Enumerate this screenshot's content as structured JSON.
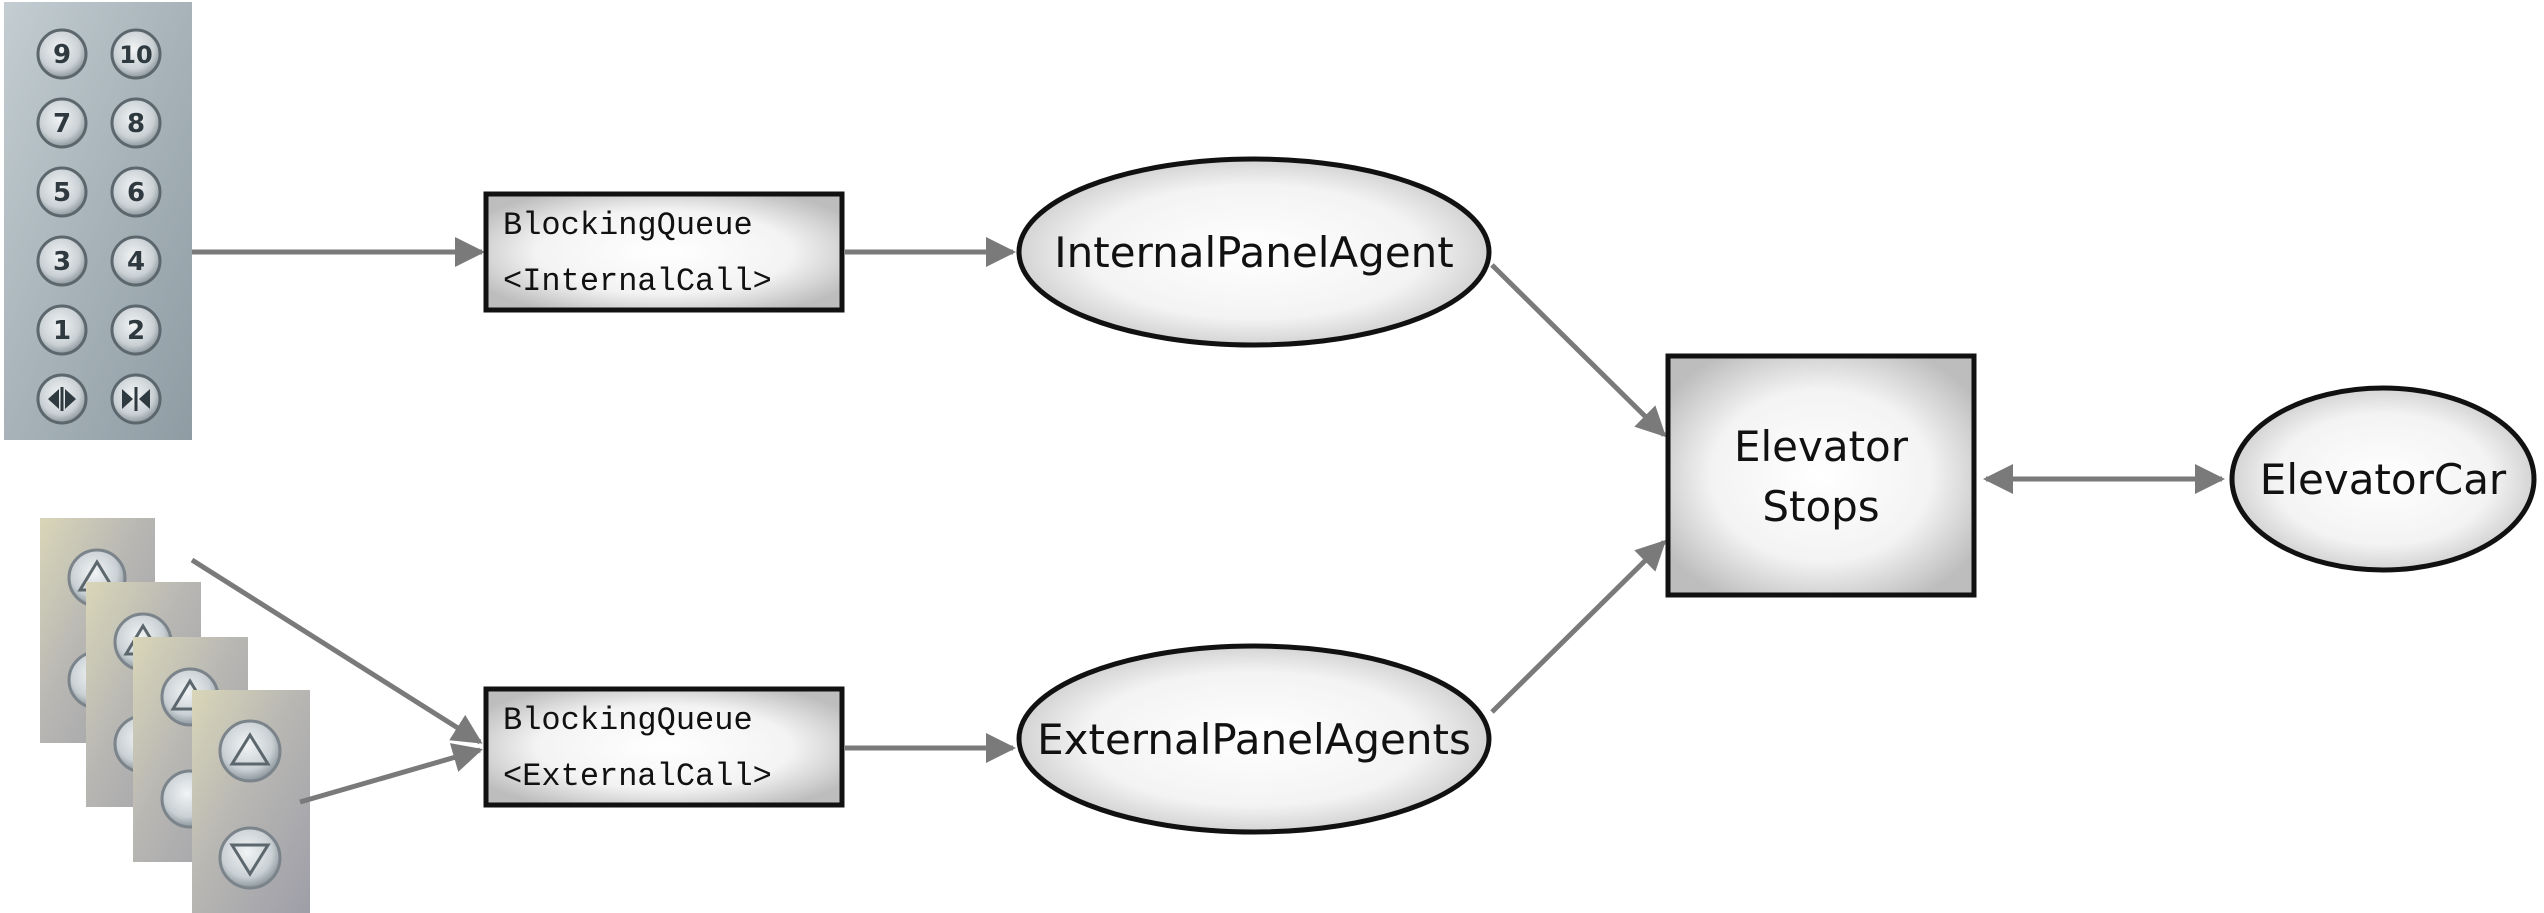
{
  "internal_panel": {
    "buttons": [
      "9",
      "10",
      "7",
      "8",
      "5",
      "6",
      "3",
      "4",
      "1",
      "2"
    ],
    "door_open_icon": "door-open-icon",
    "door_close_icon": "door-close-icon"
  },
  "external_panels": {
    "count": 4,
    "up_icon": "up-arrow-icon",
    "down_icon": "down-arrow-icon"
  },
  "internal_queue": {
    "line1": "BlockingQueue",
    "line2": "<InternalCall>"
  },
  "external_queue": {
    "line1": "BlockingQueue",
    "line2": "<ExternalCall>"
  },
  "internal_agent": {
    "label": "InternalPanelAgent"
  },
  "external_agent": {
    "label": "ExternalPanelAgents"
  },
  "elevator_stops": {
    "line1": "Elevator",
    "line2": "Stops"
  },
  "elevator_car": {
    "label": "ElevatorCar"
  },
  "colors": {
    "arrow": "#7a7a7a",
    "border": "#111111",
    "panel_metal": "#a9b4bb"
  }
}
